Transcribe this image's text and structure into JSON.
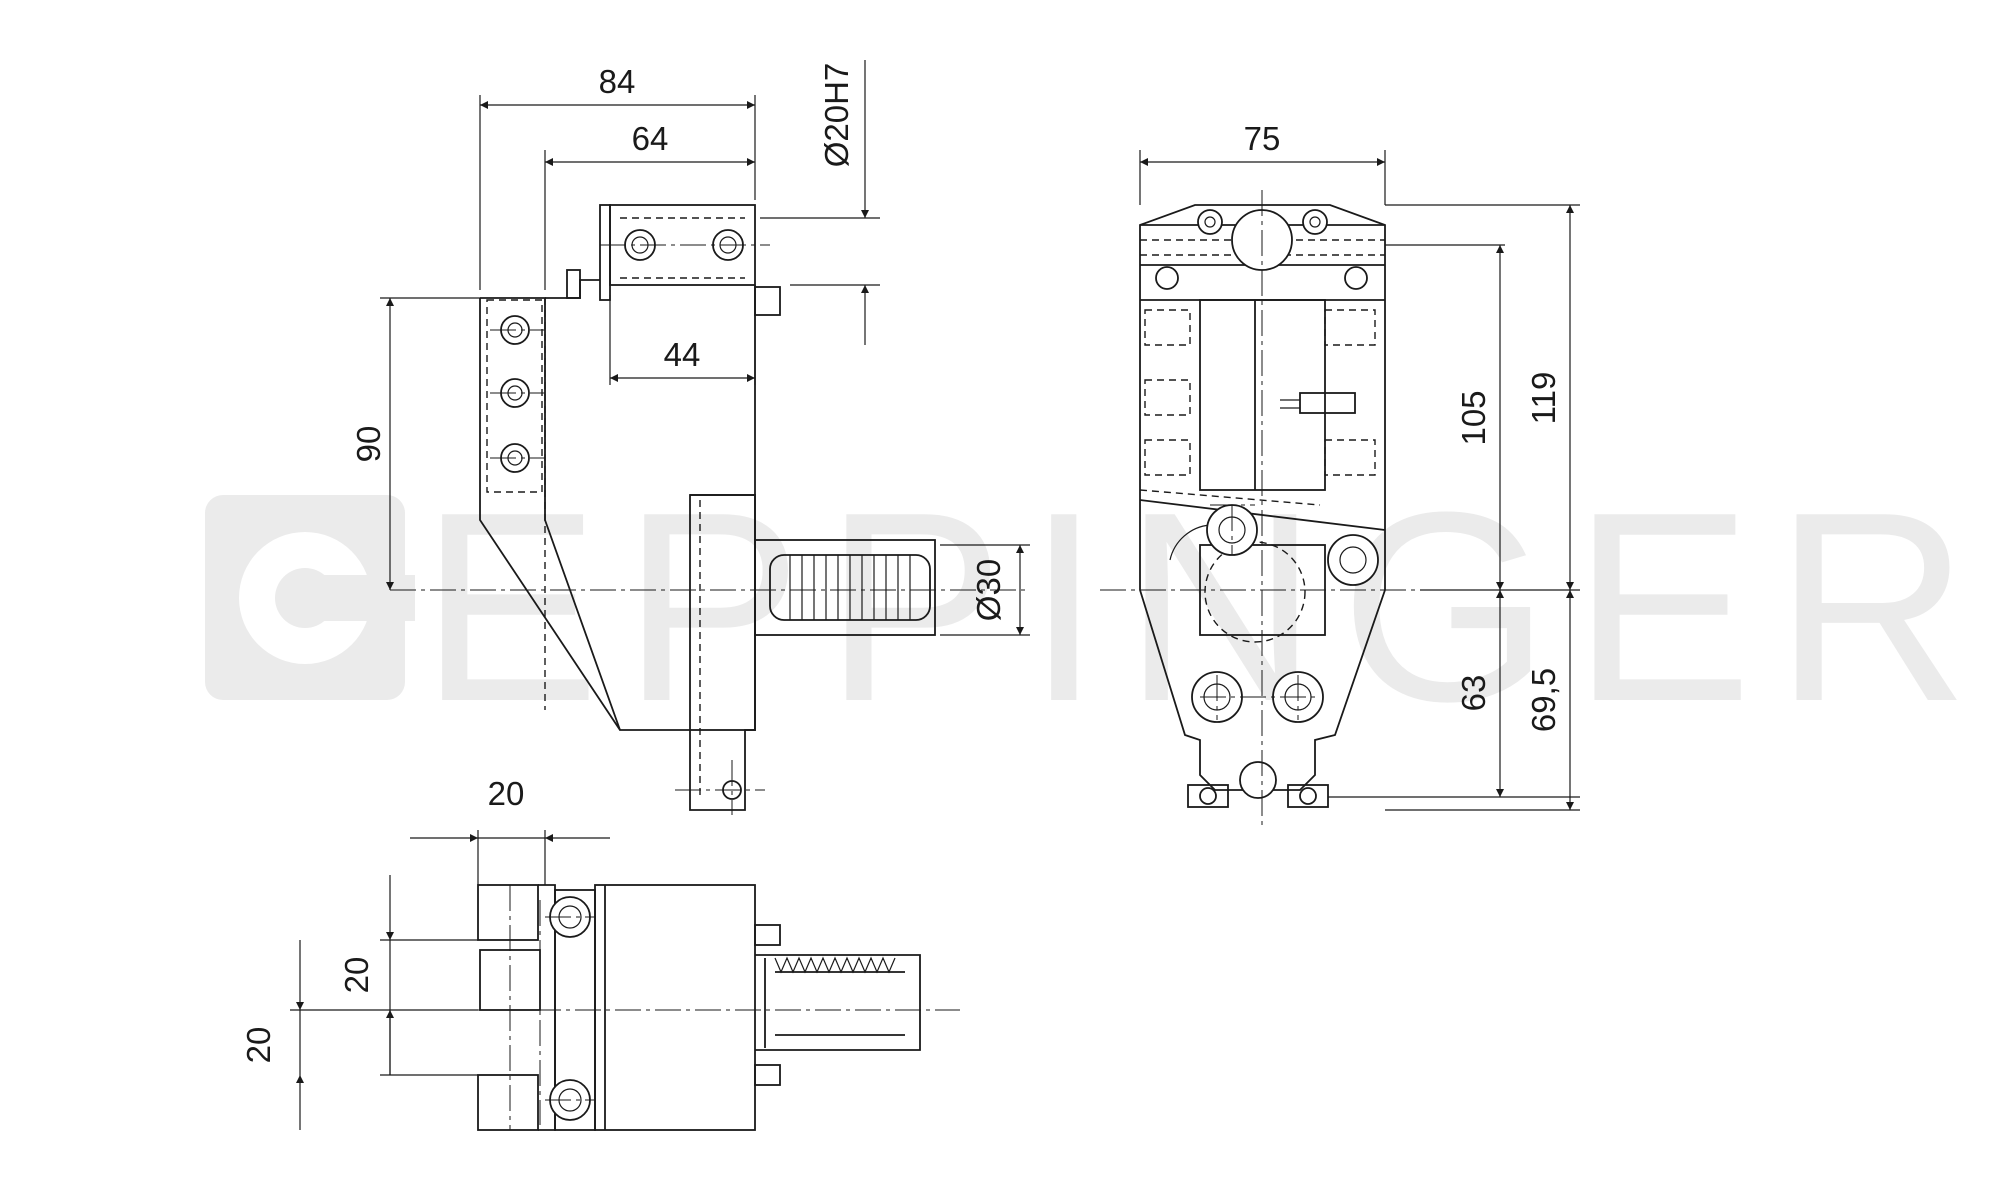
{
  "watermark": {
    "text": "EPPINGER"
  },
  "side_view": {
    "dim_width_overall": "84",
    "dim_width_inner": "64",
    "dim_bore": "Ø20H7",
    "dim_body": "44",
    "dim_height": "90",
    "dim_shank": "Ø30"
  },
  "front_view": {
    "dim_width": "75",
    "dim_height_upper": "105",
    "dim_height_total": "119",
    "dim_lower_63": "63",
    "dim_lower_695": "69,5"
  },
  "top_view": {
    "dim_offset": "20",
    "dim_height_a": "20",
    "dim_height_b": "20"
  }
}
